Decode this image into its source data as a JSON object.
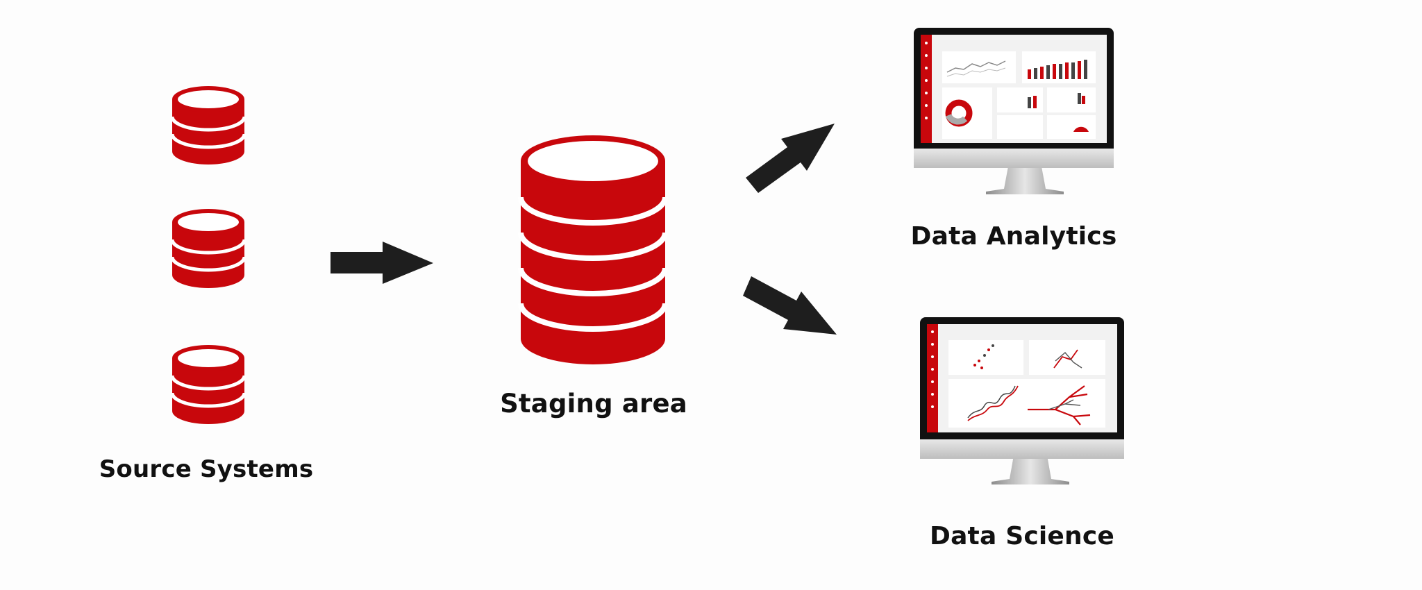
{
  "diagram": {
    "labels": {
      "source_systems": "Source Systems",
      "staging_area": "Staging area",
      "data_analytics": "Data Analytics",
      "data_science": "Data Science"
    },
    "source_count": 3,
    "colors": {
      "database_red": "#c8070c",
      "arrow": "#1e1e1e",
      "monitor_bezel": "#111111",
      "monitor_chin": "#dcdcdc",
      "screen_bg": "#f2f2f2",
      "text": "#111111"
    },
    "icons": [
      "database-icon",
      "arrow-icon",
      "monitor-icon"
    ]
  }
}
